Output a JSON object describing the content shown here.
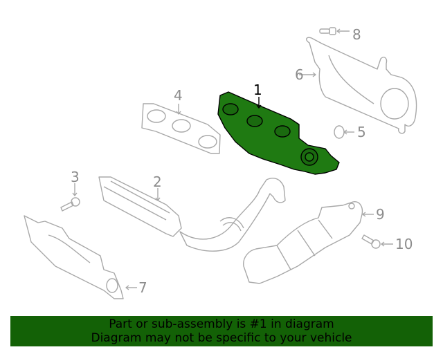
{
  "diagram": {
    "callouts": [
      {
        "number": "1",
        "part": "exhaust-manifold",
        "highlighted": true
      },
      {
        "number": "2",
        "part": "exhaust-manifold-with-pipe"
      },
      {
        "number": "3",
        "part": "bolt"
      },
      {
        "number": "4",
        "part": "manifold-gasket"
      },
      {
        "number": "5",
        "part": "o-ring"
      },
      {
        "number": "6",
        "part": "heat-shield"
      },
      {
        "number": "7",
        "part": "heat-shield-lower"
      },
      {
        "number": "8",
        "part": "bolt"
      },
      {
        "number": "9",
        "part": "catalytic-converter"
      },
      {
        "number": "10",
        "part": "bolt"
      }
    ],
    "colors": {
      "highlight": "#1f7a12",
      "outline": "#9a9a9a",
      "banner": "#136106"
    }
  },
  "banner": {
    "line1": "Part or sub-assembly is #1 in diagram",
    "line2": "Diagram may not be specific to your vehicle"
  }
}
